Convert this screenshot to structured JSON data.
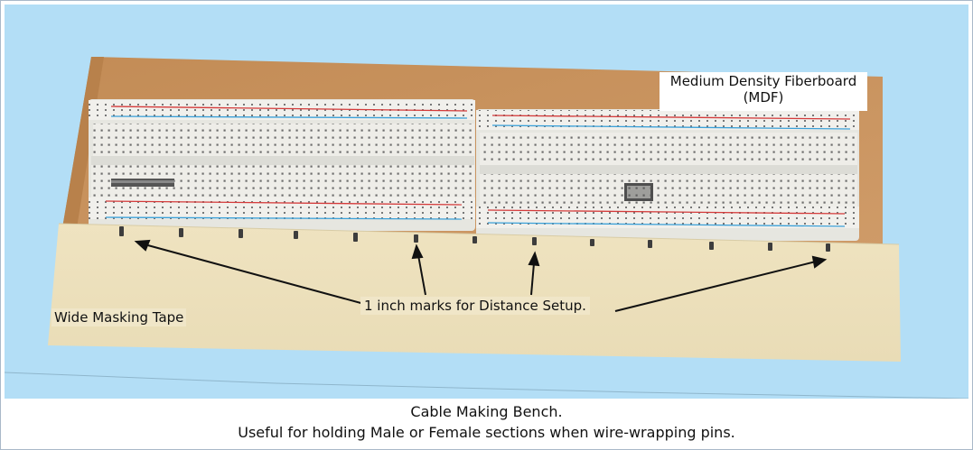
{
  "photo": {
    "labels": {
      "mdf_line1": "Medium Density Fiberboard",
      "mdf_line2": "(MDF)",
      "marks": "1 inch marks for Distance Setup.",
      "tape": "Wide Masking Tape"
    },
    "colors": {
      "background": "#b3def6",
      "mdf": "#c8935f",
      "breadboard": "#efeeea",
      "tape": "#efe4c2",
      "rail_red": "#d43a3a",
      "rail_blue": "#3aa0d8"
    }
  },
  "caption": {
    "line1": "Cable Making Bench.",
    "line2": "Useful for holding Male or Female sections when wire-wrapping pins."
  }
}
